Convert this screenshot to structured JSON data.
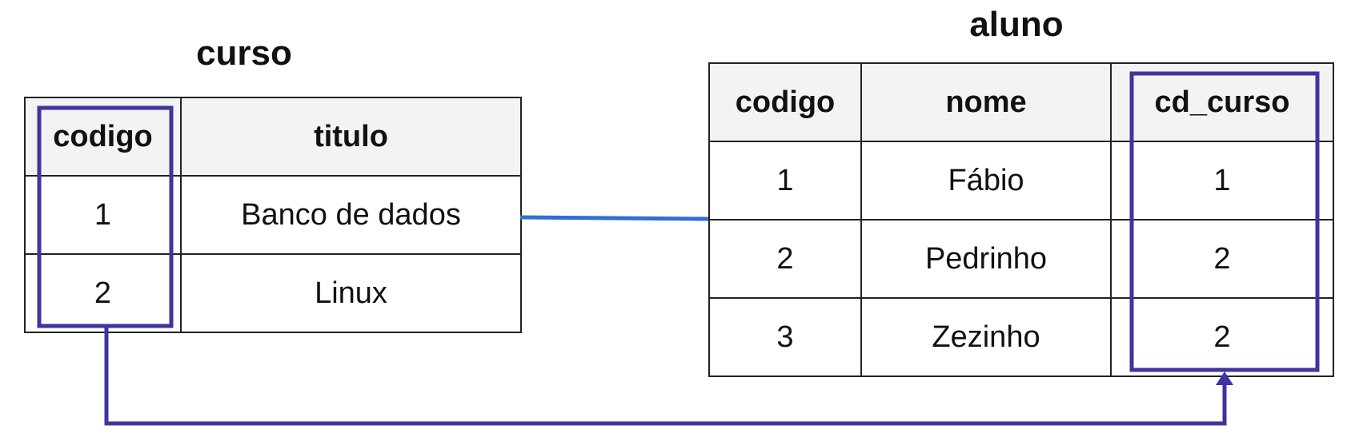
{
  "tables": {
    "curso": {
      "title": "curso",
      "headers": [
        "codigo",
        "titulo"
      ],
      "rows": [
        [
          "1",
          "Banco de dados"
        ],
        [
          "2",
          "Linux"
        ]
      ]
    },
    "aluno": {
      "title": "aluno",
      "headers": [
        "codigo",
        "nome",
        "cd_curso"
      ],
      "rows": [
        [
          "1",
          "Fábio",
          "1"
        ],
        [
          "2",
          "Pedrinho",
          "2"
        ],
        [
          "3",
          "Zezinho",
          "2"
        ]
      ]
    }
  },
  "colors": {
    "highlight": "#3d35a0",
    "connector": "#2f6fd6"
  }
}
